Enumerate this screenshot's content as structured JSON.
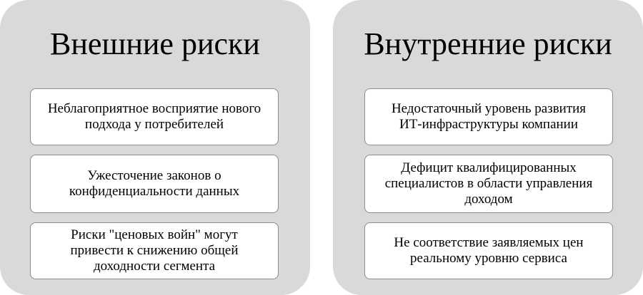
{
  "external": {
    "title": "Внешние риски",
    "items": [
      {
        "text": "Неблагоприятное восприятие нового\nподхода у потребителей"
      },
      {
        "text": "Ужесточение законов о\nконфиденциальности данных"
      },
      {
        "text": "Риски \"ценовых войн\" могут\nпривести к снижению общей\nдоходности сегмента"
      }
    ]
  },
  "internal": {
    "title": "Внутренние риски",
    "items": [
      {
        "text": "Недостаточный уровень развития\nИТ-инфраструктуры  компании"
      },
      {
        "text": "Дефицит квалифицированных\nспециалистов в области управления\nдоходом"
      },
      {
        "text": "Не соответствие заявляемых цен\nреальному уровню сервиса"
      }
    ]
  }
}
